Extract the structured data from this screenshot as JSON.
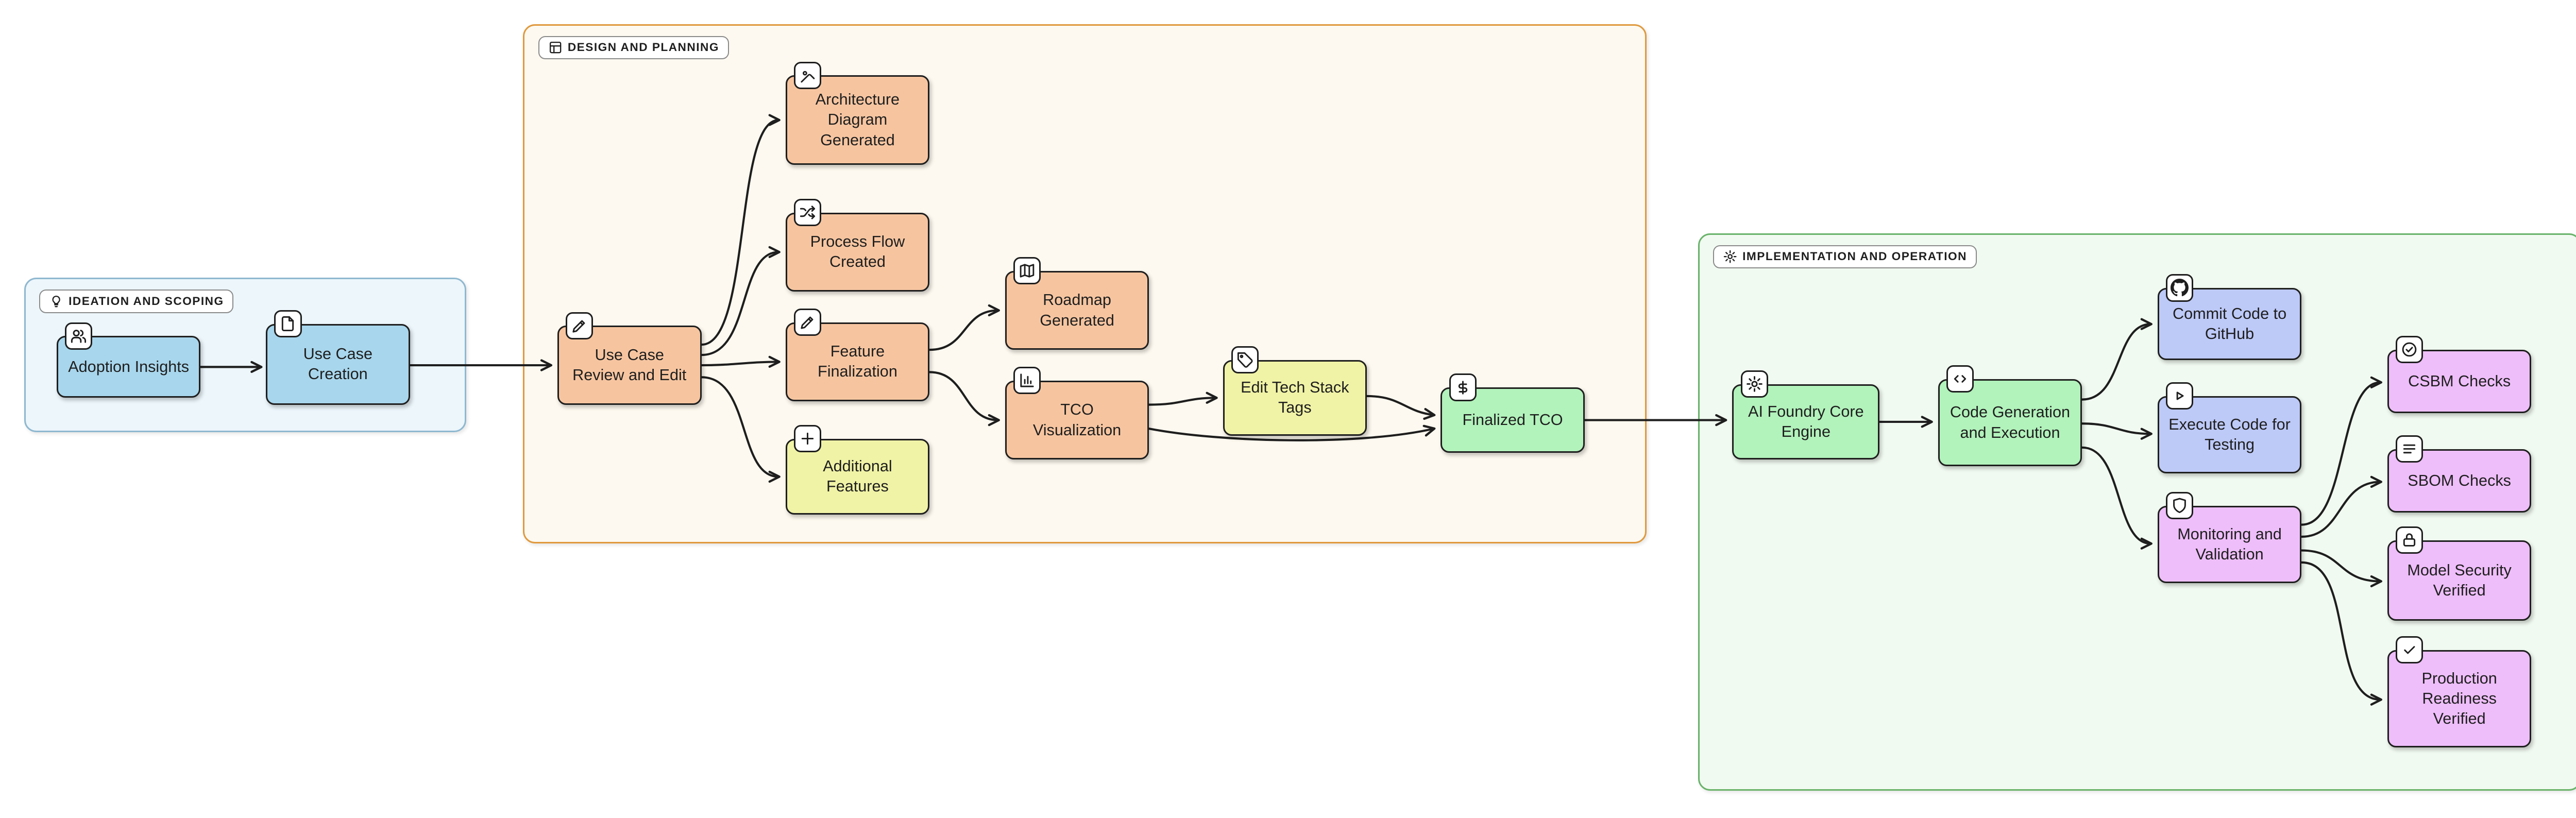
{
  "canvas": {
    "background": "#ffffff"
  },
  "groups": [
    {
      "label": "IDEATION AND SCOPING",
      "icon": "lightbulb-icon",
      "bg": "#ecf6fb",
      "border": "#8fb8d0"
    },
    {
      "label": "DESIGN AND PLANNING",
      "icon": "layout-icon",
      "bg": "#fdf9f0",
      "border": "#e0993d"
    },
    {
      "label": "IMPLEMENTATION AND OPERATION",
      "icon": "gear-icon",
      "bg": "#f1faf1",
      "border": "#69b36a"
    }
  ],
  "nodes": [
    {
      "label": "Adoption Insights",
      "icon": "users-icon",
      "color": "#a8d6ec"
    },
    {
      "label": "Use Case Creation",
      "icon": "document-icon",
      "color": "#a8d6ec"
    },
    {
      "label": "Use Case Review and Edit",
      "icon": "edit-icon",
      "color": "#f6c5a0"
    },
    {
      "label": "Architecture Diagram Generated",
      "icon": "image-icon",
      "color": "#f6c5a0"
    },
    {
      "label": "Process Flow Created",
      "icon": "shuffle-icon",
      "color": "#f6c5a0"
    },
    {
      "label": "Feature Finalization",
      "icon": "edit-icon",
      "color": "#f6c5a0"
    },
    {
      "label": "Additional Features",
      "icon": "plus-icon",
      "color": "#f0f3a6"
    },
    {
      "label": "Roadmap Generated",
      "icon": "map-icon",
      "color": "#f6c5a0"
    },
    {
      "label": "TCO Visualization",
      "icon": "bar-chart-icon",
      "color": "#f6c5a0"
    },
    {
      "label": "Edit Tech Stack Tags",
      "icon": "tag-icon",
      "color": "#f0f3a6"
    },
    {
      "label": "Finalized TCO",
      "icon": "dollar-icon",
      "color": "#b2f2bb"
    },
    {
      "label": "AI Foundry Core Engine",
      "icon": "gear-icon",
      "color": "#b2f2bb"
    },
    {
      "label": "Code Generation and Execution",
      "icon": "code-icon",
      "color": "#b2f2bb"
    },
    {
      "label": "Commit Code to GitHub",
      "icon": "github-icon",
      "color": "#bdc9f7"
    },
    {
      "label": "Execute Code for Testing",
      "icon": "play-icon",
      "color": "#bdc9f7"
    },
    {
      "label": "Monitoring and Validation",
      "icon": "shield-icon",
      "color": "#eebefa"
    },
    {
      "label": "CSBM Checks",
      "icon": "check-circle-icon",
      "color": "#eebefa"
    },
    {
      "label": "SBOM Checks",
      "icon": "list-icon",
      "color": "#eebefa"
    },
    {
      "label": "Model Security Verified",
      "icon": "lock-icon",
      "color": "#eebefa"
    },
    {
      "label": "Production Readiness Verified",
      "icon": "check-square-icon",
      "color": "#eebefa"
    }
  ],
  "edges": [
    [
      "Adoption Insights",
      "Use Case Creation"
    ],
    [
      "Use Case Creation",
      "Use Case Review and Edit"
    ],
    [
      "Use Case Review and Edit",
      "Architecture Diagram Generated"
    ],
    [
      "Use Case Review and Edit",
      "Process Flow Created"
    ],
    [
      "Use Case Review and Edit",
      "Feature Finalization"
    ],
    [
      "Use Case Review and Edit",
      "Additional Features"
    ],
    [
      "Feature Finalization",
      "Roadmap Generated"
    ],
    [
      "Feature Finalization",
      "TCO Visualization"
    ],
    [
      "TCO Visualization",
      "Edit Tech Stack Tags"
    ],
    [
      "TCO Visualization",
      "Finalized TCO"
    ],
    [
      "Edit Tech Stack Tags",
      "Finalized TCO"
    ],
    [
      "Finalized TCO",
      "AI Foundry Core Engine"
    ],
    [
      "AI Foundry Core Engine",
      "Code Generation and Execution"
    ],
    [
      "Code Generation and Execution",
      "Commit Code to GitHub"
    ],
    [
      "Code Generation and Execution",
      "Execute Code for Testing"
    ],
    [
      "Code Generation and Execution",
      "Monitoring and Validation"
    ],
    [
      "Monitoring and Validation",
      "CSBM Checks"
    ],
    [
      "Monitoring and Validation",
      "SBOM Checks"
    ],
    [
      "Monitoring and Validation",
      "Model Security Verified"
    ],
    [
      "Monitoring and Validation",
      "Production Readiness Verified"
    ]
  ],
  "edge_color": "#1e1e1e"
}
